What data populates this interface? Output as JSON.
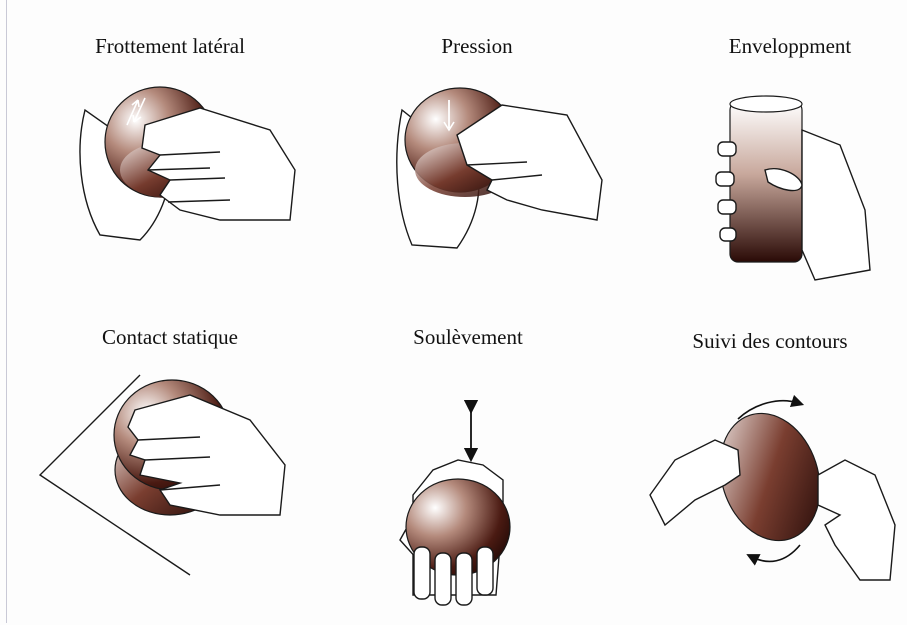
{
  "panels": [
    {
      "title": "Frottement latéral"
    },
    {
      "title": "Pression"
    },
    {
      "title": "Enveloppment"
    },
    {
      "title": "Contact statique"
    },
    {
      "title": "Soulèvement"
    },
    {
      "title": "Suivi des contours"
    }
  ],
  "colors": {
    "object_dark": "#2a0c08",
    "object_mid": "#7a4a3c",
    "object_light": "#f8f4f2",
    "outline": "#1a1a1a",
    "skin": "#ffffff"
  }
}
